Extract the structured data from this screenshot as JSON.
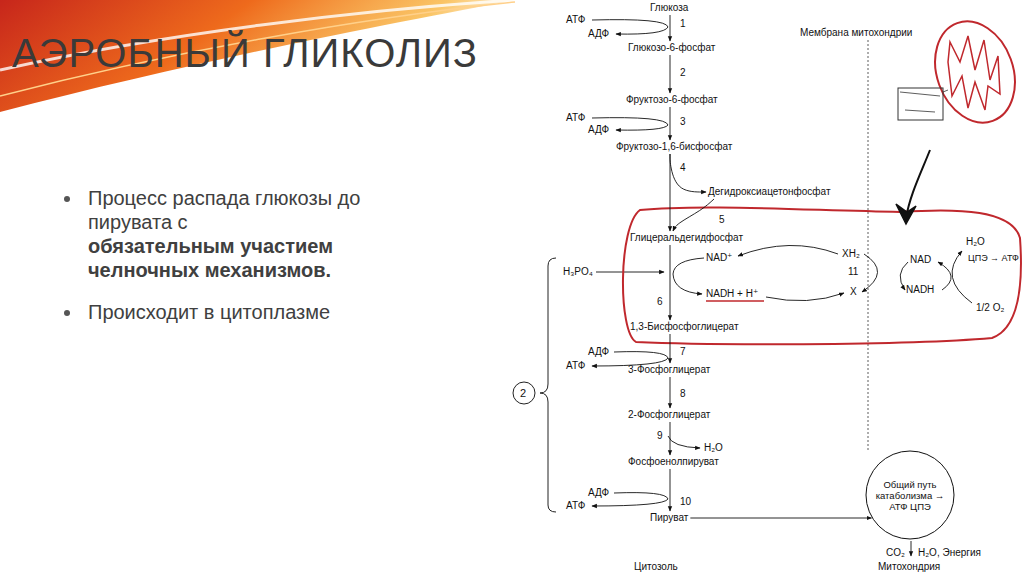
{
  "diagram": {
    "title": "АЭРОБНЫЙ ГЛИКОЛИЗ",
    "nodes": [
      {
        "text": [
          "Глюкоза"
        ]
      },
      {
        "text": [
          "Глюкозо-6-фосфат"
        ]
      },
      {
        "text": [
          "Фруктозо-6-фосфат"
        ]
      },
      {
        "text": [
          "Фруктозо-1,6-бисфосфат"
        ]
      },
      {
        "text": [
          "Дегидроксиацетонфосфат"
        ]
      },
      {
        "text": [
          "Глицеральдегидфосфат"
        ]
      },
      {
        "text": [
          "1,3-Бисфосфоглицерат"
        ]
      },
      {
        "text": [
          "3-Фосфоглицерат"
        ]
      },
      {
        "text": [
          "2-Фосфоглицерат"
        ]
      },
      {
        "text": [
          "Фосфоенолпируват"
        ]
      },
      {
        "text": [
          "Пируват"
        ]
      },
      {
        "text": [
          "Общий путь катаболизма → АТФ ЦПЭ"
        ]
      }
    ],
    "edges": [
      {
        "from": 0,
        "to": 1,
        "arrow": "to",
        "label": "1"
      },
      {
        "from": 1,
        "to": 2,
        "arrow": "to",
        "label": "2"
      },
      {
        "from": 2,
        "to": 3,
        "arrow": "to",
        "label": "3"
      },
      {
        "from": 3,
        "to": 5,
        "arrow": "to",
        "label": "4"
      },
      {
        "from": 3,
        "to": 4,
        "arrow": "to"
      },
      {
        "from": 4,
        "to": 5,
        "arrow": "to",
        "label": "5"
      },
      {
        "from": 5,
        "to": 6,
        "arrow": "to",
        "label": "6"
      },
      {
        "from": 6,
        "to": 7,
        "arrow": "to",
        "label": "7"
      },
      {
        "from": 7,
        "to": 8,
        "arrow": "to",
        "label": "8"
      },
      {
        "from": 8,
        "to": 9,
        "arrow": "to",
        "label": "9"
      },
      {
        "from": 9,
        "to": 10,
        "arrow": "to",
        "label": "10"
      },
      {
        "from": 10,
        "to": 11,
        "arrow": "to"
      }
    ],
    "labels": [
      "Процесс распада глюкозы до пирувата с",
      "обязательным участием челночных механизмов.",
      "Происходит в цитоплазме",
      "АТФ",
      "АДФ",
      "АТФ",
      "АДФ",
      "H₃PO₄",
      "NAD⁺",
      "NADH + H⁺",
      "АДФ",
      "АТФ",
      "H₂O",
      "АДФ",
      "АТФ",
      "2",
      "Мембрана митохондрии",
      "XH₂",
      "11",
      "X",
      "NAD",
      "NADH",
      "H₂O",
      "ЦПЭ → АТФ",
      "1/2 O₂",
      "Цитозоль",
      "CO₂",
      "H₂O, Энергия",
      "Митохондрия"
    ]
  }
}
